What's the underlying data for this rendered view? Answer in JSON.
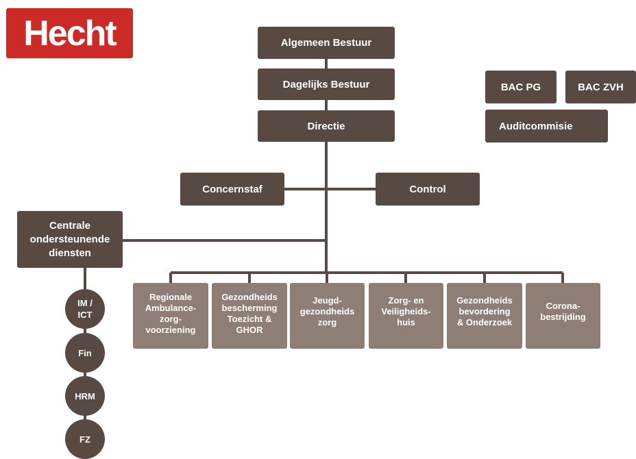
{
  "logo": {
    "text": "Hecht",
    "color": "#cc2a27"
  },
  "colors": {
    "dark_box": "#584a43",
    "light_box": "#8f7e75",
    "line": "#584a43"
  },
  "top_chain": {
    "algemeen_bestuur": "Algemeen Bestuur",
    "dagelijks_bestuur": "Dagelijks Bestuur",
    "directie": "Directie"
  },
  "committees": {
    "bac_pg": "BAC PG",
    "bac_zvh": "BAC ZVH",
    "auditcommissie": "Auditcommisie"
  },
  "staff": {
    "concernstaf": "Concernstaf",
    "control": "Control"
  },
  "central_services": {
    "label": "Centrale\nondersteunende\ndiensten",
    "units": [
      "IM /\nICT",
      "Fin",
      "HRM",
      "FZ"
    ]
  },
  "departments": [
    "Regionale\nAmbulance-\nzorg-\nvoorziening",
    "Gezondheids\nbescherming\nToezicht &\nGHOR",
    "Jeugd-\ngezondheids\nzorg",
    "Zorg- en\nVeiligheids-\nhuis",
    "Gezondheids\nbevordering\n& Onderzoek",
    "Corona-\nbestrijding"
  ]
}
